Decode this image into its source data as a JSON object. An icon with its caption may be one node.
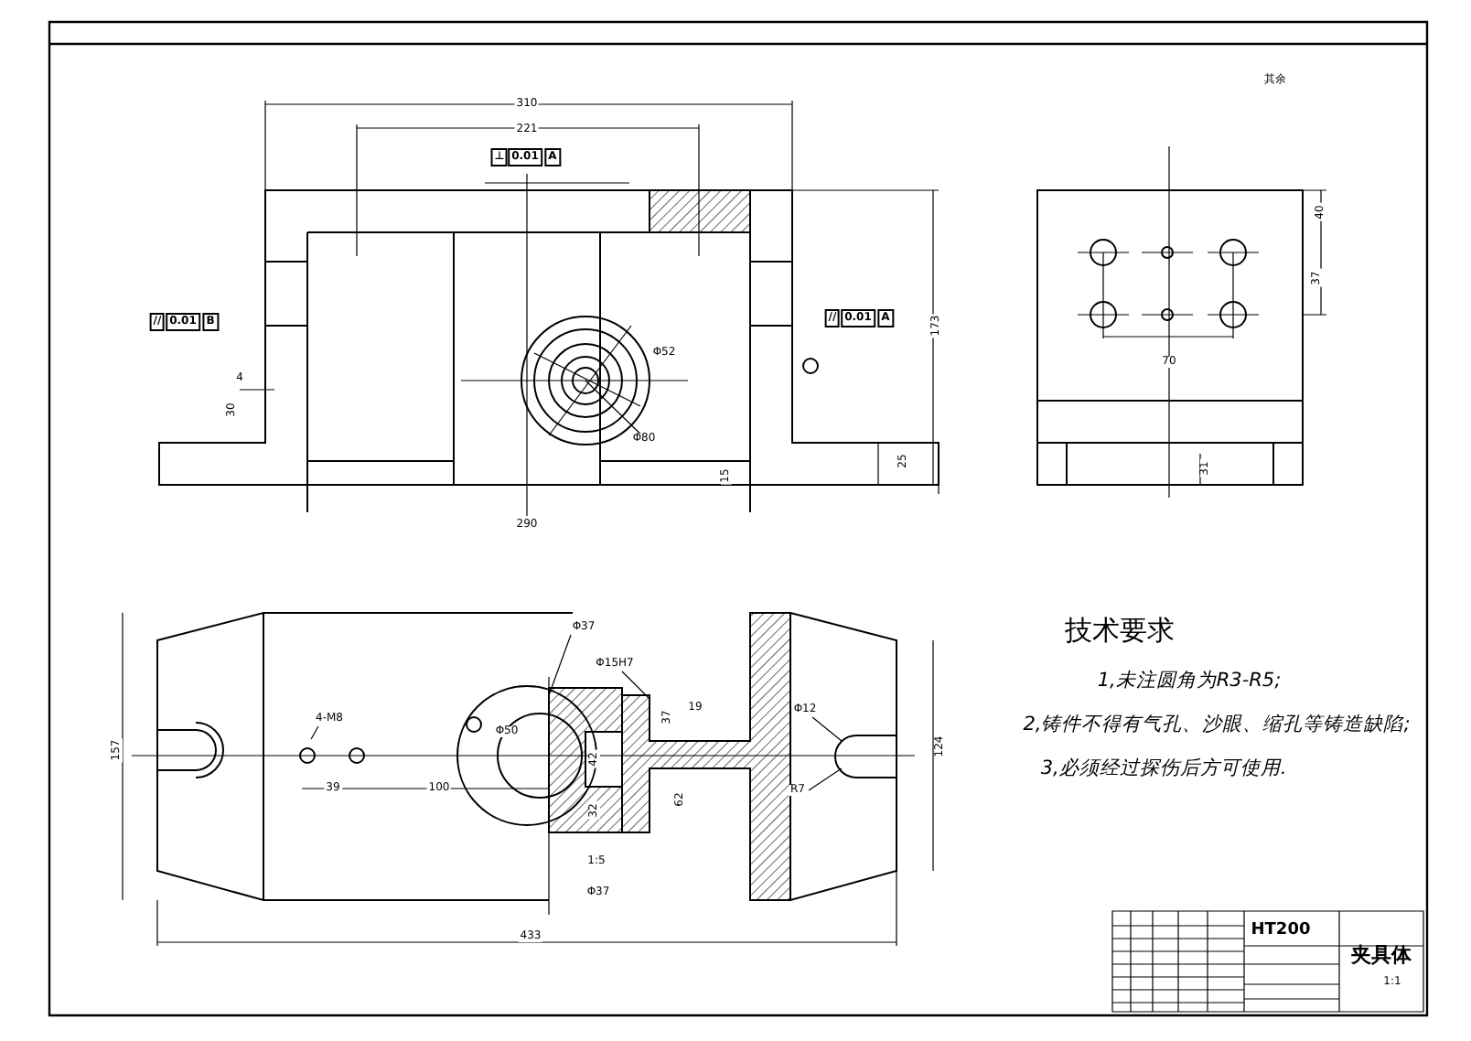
{
  "diagram": {
    "nodes": [
      {
        "text": [
          "4-M8"
        ]
      },
      {
        "text": [
          "Φ37"
        ]
      },
      {
        "text": [
          "Φ15H7"
        ]
      },
      {
        "text": [
          "Φ12"
        ]
      },
      {
        "text": [
          "R7"
        ]
      }
    ],
    "edges": [
      {
        "from": 0,
        "to": null,
        "arrow": "none"
      },
      {
        "from": 1,
        "to": null,
        "arrow": "none"
      },
      {
        "from": 2,
        "to": null,
        "arrow": "none"
      },
      {
        "from": 3,
        "to": null,
        "arrow": "none"
      },
      {
        "from": 4,
        "to": null,
        "arrow": "none"
      }
    ],
    "labels": [
      "其余",
      "310",
      "221",
      "⊥",
      "0.01",
      "A",
      "//",
      "0.01",
      "B",
      "//",
      "0.01",
      "A",
      "4",
      "30",
      "Φ52",
      "Φ80",
      "15",
      "25",
      "173",
      "290",
      "40",
      "37",
      "70",
      "31",
      "157",
      "39",
      "100",
      "Φ50",
      "42",
      "32",
      "1:5",
      "37",
      "19",
      "62",
      "124",
      "Φ37",
      "433",
      "技术要求",
      "1,未注圆角为R3-R5;",
      "2,铸件不得有气孔、沙眼、缩孔等铸造缺陷;",
      "3,必须经过探伤后方可使用.",
      "HT200",
      "夹具体",
      "1:1"
    ]
  }
}
